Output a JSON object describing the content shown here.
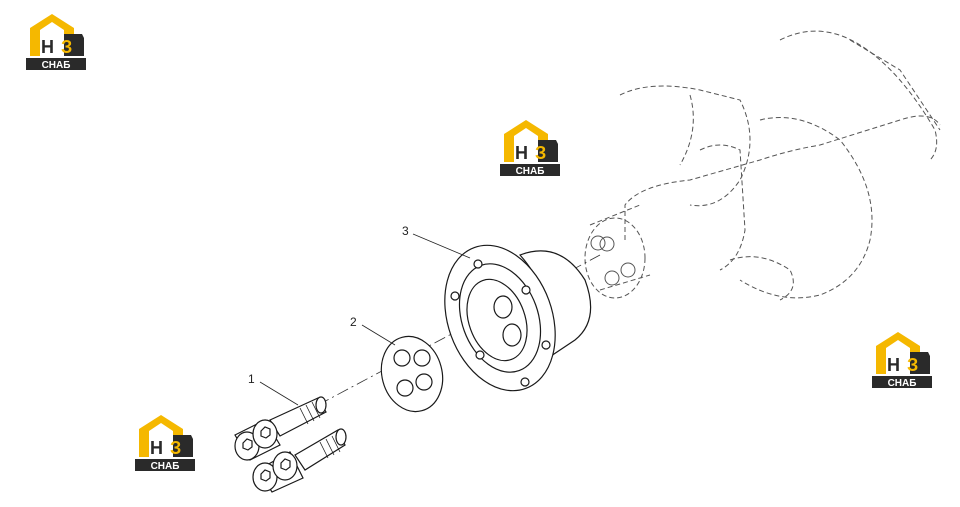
{
  "logo": {
    "mark_text": "НЗ",
    "bar_text": "СНАБ",
    "accent_color": "#f5b800",
    "dark_color": "#2a2a2a"
  },
  "callouts": {
    "p1": "1",
    "p2": "2",
    "p3": "3"
  },
  "colors": {
    "line": "#1a1a1a",
    "phantom": "#555555"
  }
}
